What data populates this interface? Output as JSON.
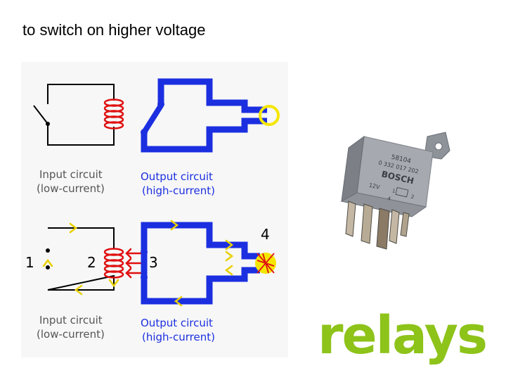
{
  "slide": {
    "heading": "to switch on higher voltage",
    "big_word": "relays",
    "colors": {
      "coil": "#e01010",
      "output_wire": "#1b2fe0",
      "lamp": "#f5e600",
      "flow_arrow": "#e8d000",
      "caption": "#1b2fe0",
      "big_word": "#8ec31a"
    }
  },
  "diagram": {
    "top": {
      "input_caption": [
        "Input circuit",
        "(low-current)"
      ],
      "output_caption": [
        "Output circuit",
        "(high-current)"
      ]
    },
    "bottom": {
      "input_caption": [
        "Input circuit",
        "(low-current)"
      ],
      "output_caption": [
        "Output circuit",
        "(high-current)"
      ],
      "labels": [
        "1",
        "2",
        "3",
        "4"
      ]
    }
  },
  "relay_photo": {
    "label_lines": [
      "58104",
      "0 332 017 202",
      "BOSCH",
      "12V"
    ],
    "terminals": [
      "1",
      "2",
      "4"
    ]
  }
}
